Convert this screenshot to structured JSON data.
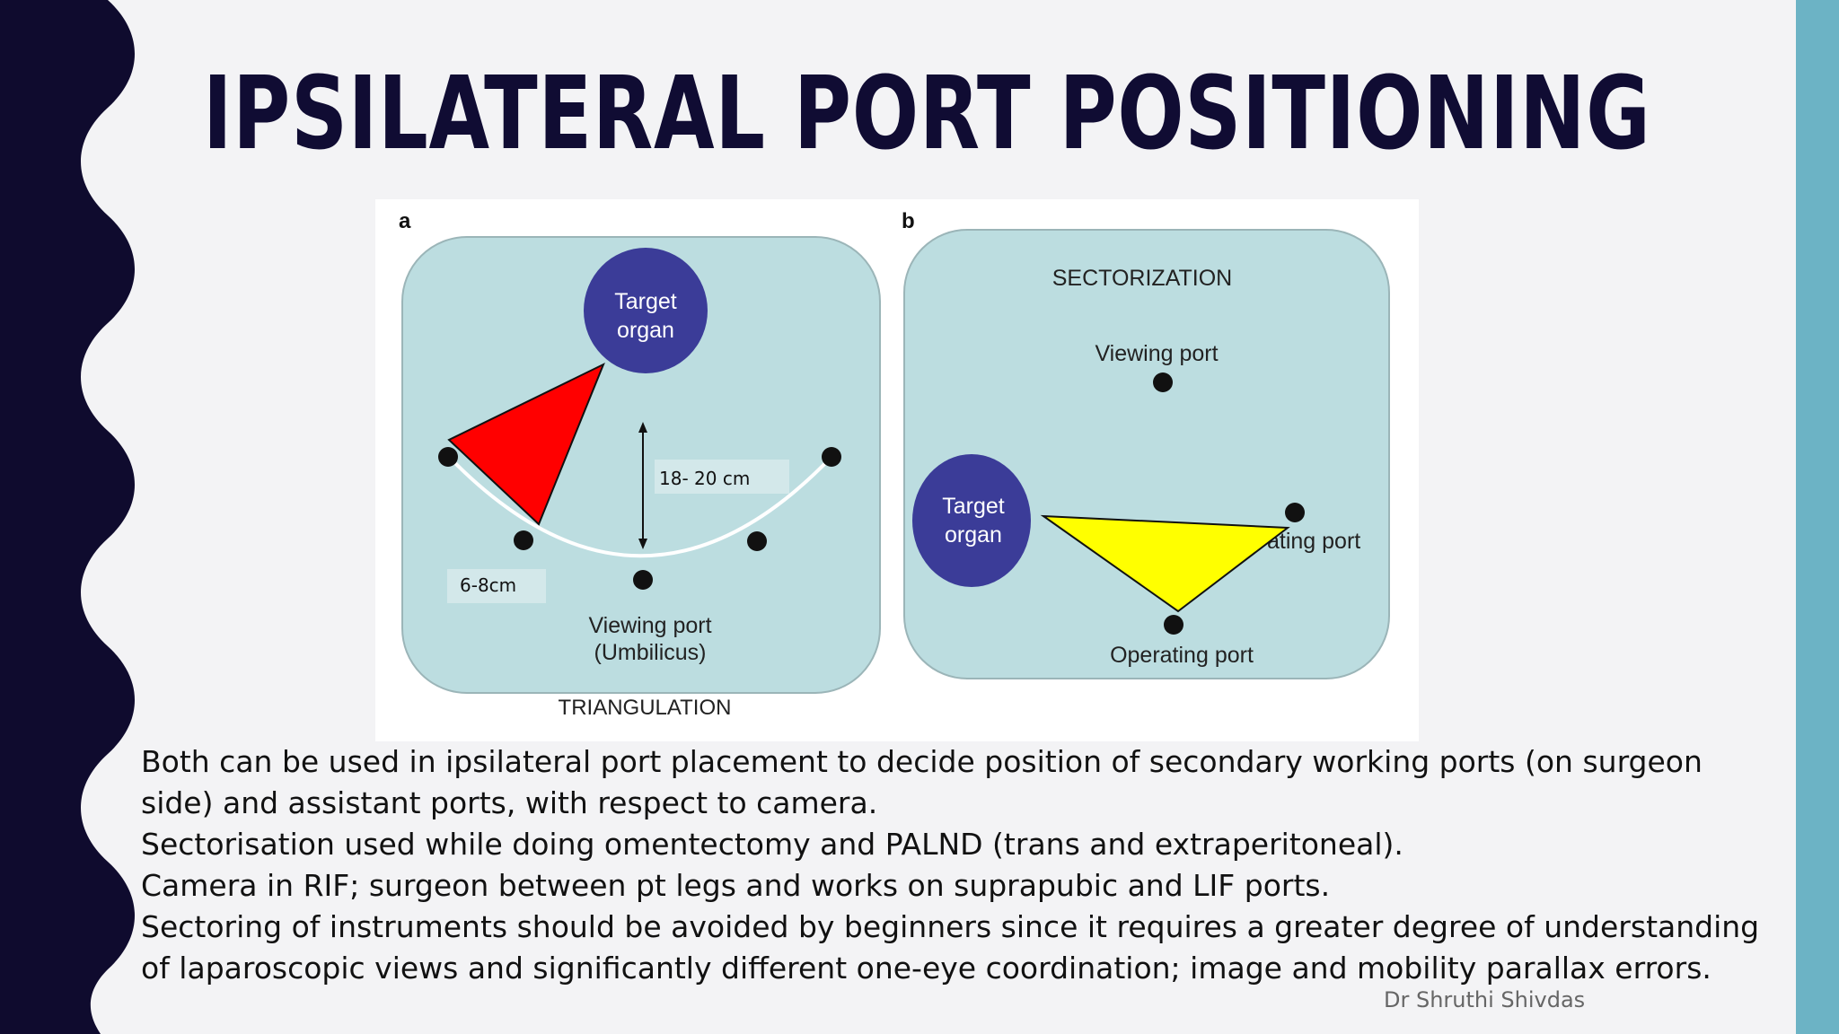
{
  "slide": {
    "title": "IPSILATERAL PORT POSITIONING",
    "author": "Dr Shruthi Shivdas",
    "colors": {
      "background": "#f3f3f5",
      "title": "#100c33",
      "left_band": "#0f0b2e",
      "right_bar": "#6cb3c5"
    }
  },
  "figure": {
    "panel_a": {
      "letter": "a",
      "target_line1": "Target",
      "target_line2": "organ",
      "distance_label": "18- 20 cm",
      "spacing_label": "6-8cm",
      "viewing_line1": "Viewing port",
      "viewing_line2": "(Umbilicus)",
      "caption": "TRIANGULATION",
      "triangle_color": "#ff0000"
    },
    "panel_b": {
      "letter": "b",
      "heading": "SECTORIZATION",
      "viewing_port": "Viewing port",
      "target_line1": "Target",
      "target_line2": "organ",
      "side_port_fragment": "ating port",
      "operating_port": "Operating port",
      "triangle_color": "#ffff00"
    },
    "colors": {
      "panel_fill": "#bcdde0",
      "organ_fill": "#3b3c98",
      "port_dot": "#111111"
    }
  },
  "body": {
    "lines": [
      "Both can be used in ipsilateral port placement to decide position of secondary working ports (on surgeon",
      "side) and assistant ports, with respect to camera.",
      "Sectorisation used while doing omentectomy and PALND (trans and extraperitoneal).",
      "Camera in RIF; surgeon between pt legs and works on suprapubic and LIF ports.",
      "Sectoring of instruments should be avoided by beginners since it requires a greater degree of understanding",
      "of laparoscopic views and significantly different one-eye coordination; image and mobility parallax errors."
    ]
  }
}
